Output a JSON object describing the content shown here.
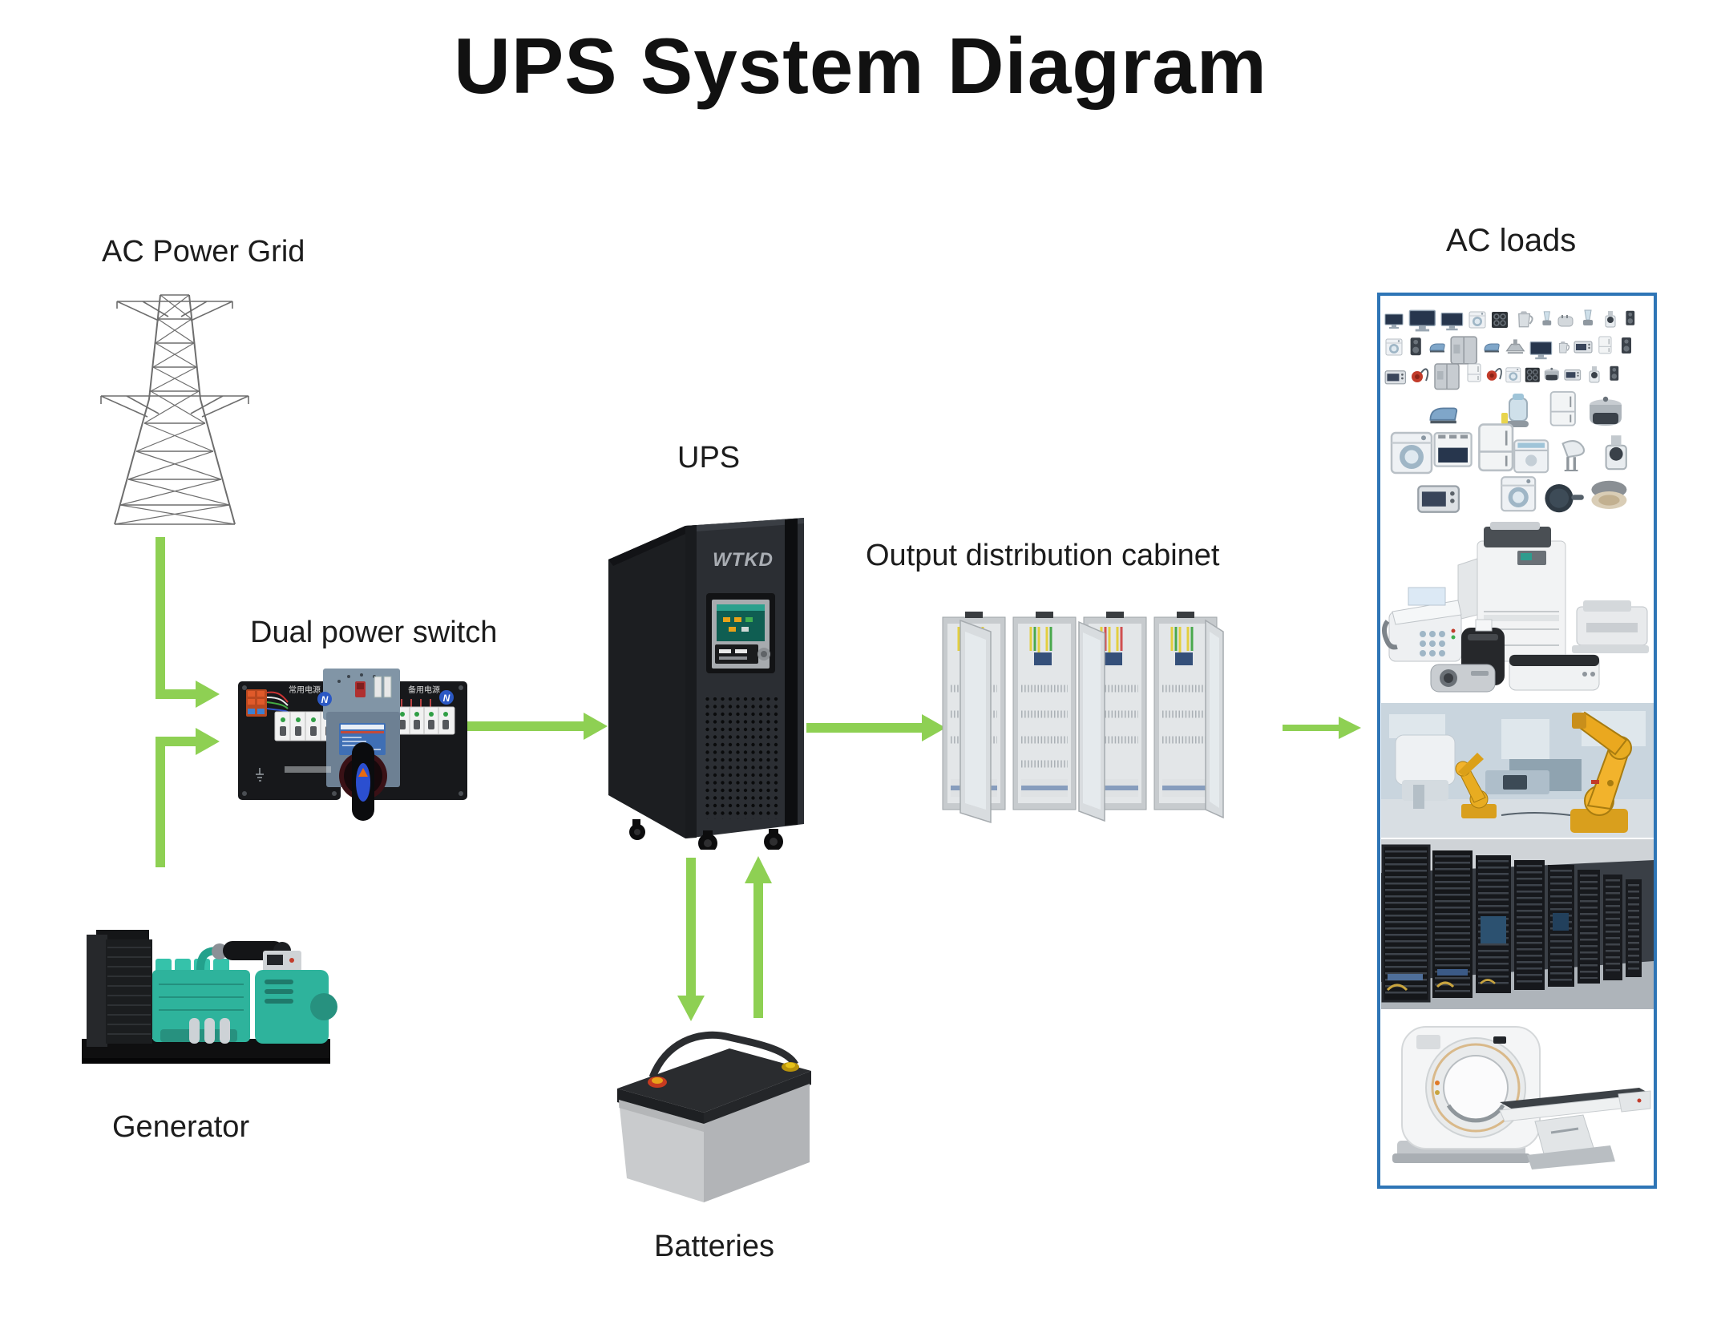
{
  "title": "UPS System Diagram",
  "labels": {
    "grid": "AC Power Grid",
    "dual_switch": "Dual power switch",
    "generator": "Generator",
    "ups": "UPS",
    "batteries": "Batteries",
    "cabinet": "Output distribution cabinet",
    "loads": "AC loads"
  },
  "ups_unit": {
    "brand": "WTKD"
  },
  "switch_unit": {
    "left_panel_text": "常用电源",
    "right_panel_text": "备用电源",
    "neutral_mark": "N"
  },
  "colors": {
    "arrow_green": "#8ed053",
    "loads_border": "#2e75b6",
    "generator_teal": "#2eb39c",
    "robot_yellow": "#f2b32c"
  },
  "loads_sections": [
    "household-appliances",
    "office-equipment",
    "industrial-robots",
    "server-racks",
    "ct-scanner"
  ]
}
